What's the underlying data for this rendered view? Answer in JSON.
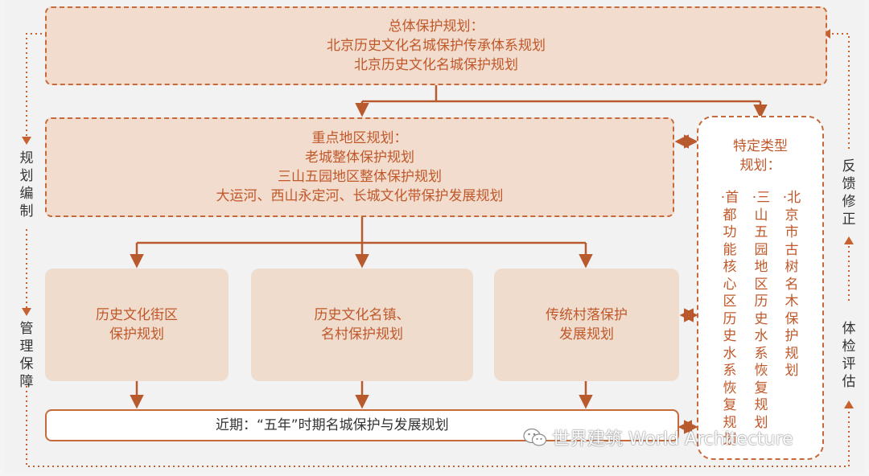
{
  "overall": {
    "title": "总体保护规划：",
    "line1": "北京历史文化名城保护传承体系规划",
    "line2": "北京历史文化名城保护规划"
  },
  "key_area": {
    "title": "重点地区规划：",
    "line1": "老城整体保护规划",
    "line2": "三山五园地区整体保护规划",
    "line3": "大运河、西山永定河、长城文化带保护发展规划"
  },
  "sub_plans": [
    {
      "line1": "历史文化街区",
      "line2": "保护规划"
    },
    {
      "line1": "历史文化名镇、",
      "line2": "名村保护规划"
    },
    {
      "line1": "传统村落保护",
      "line2": "发展规划"
    }
  ],
  "near_term": {
    "text": "近期：“五年”时期名城保护与发展规划"
  },
  "special": {
    "title1": "特定类型",
    "title2": "规划：",
    "col_right": "·北京市古树名木保护规划",
    "col_mid": "·三山五园地区历史水系恢复规划",
    "col_left": "·首都功能核心区历史水系恢复规划"
  },
  "left_labels": {
    "top": "规划编制",
    "bottom": "管理保障"
  },
  "right_labels": {
    "top": "反馈修正",
    "bottom": "体检评估"
  },
  "watermark": {
    "icon": "wechat-icon",
    "text": "世界建筑 World Architecture"
  },
  "colors": {
    "accent": "#c0582a",
    "fill": "#f2dccd",
    "background": "#f2f2f2"
  }
}
